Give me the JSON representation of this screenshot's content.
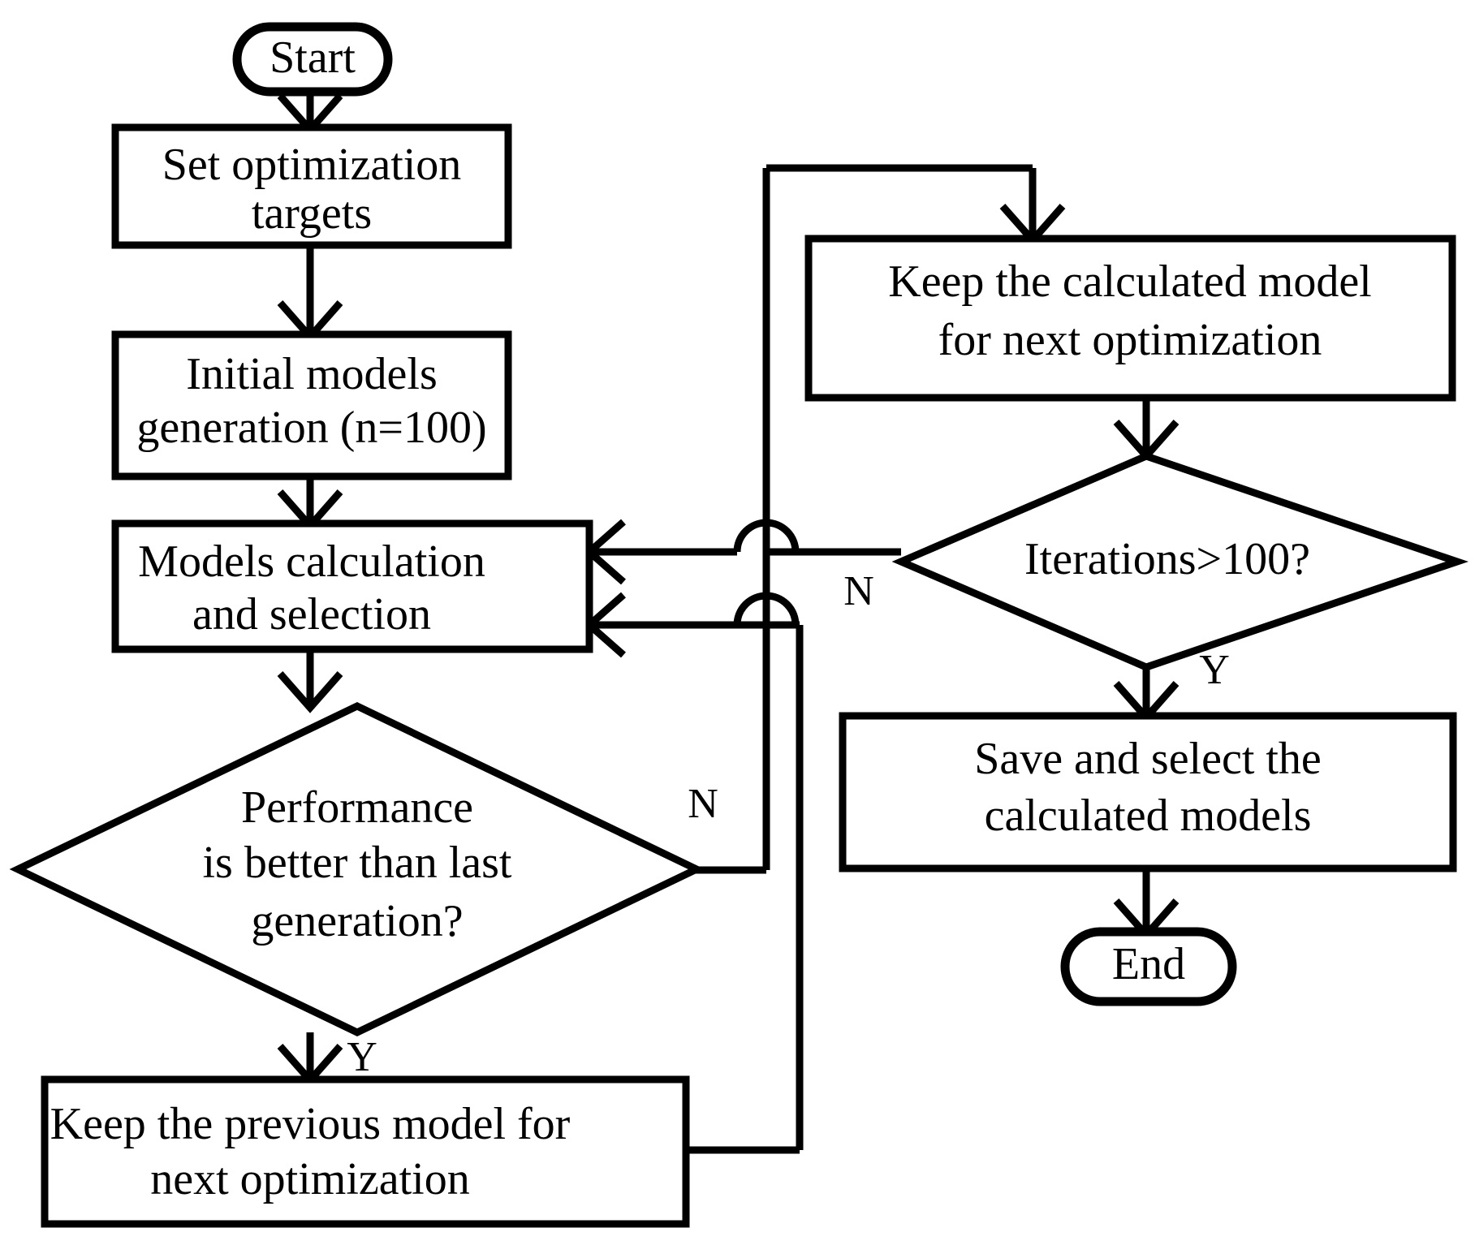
{
  "diagram": {
    "title": "Optimization workflow flowchart",
    "colors": {
      "stroke": "#000000",
      "fill": "#ffffff",
      "text": "#000000"
    },
    "nodes": {
      "start": {
        "type": "terminal",
        "label": "Start"
      },
      "set_targets": {
        "type": "process",
        "line1": "Set optimization",
        "line2": "targets"
      },
      "initial_models": {
        "type": "process",
        "line1": "Initial models",
        "line2": "generation (n=100)"
      },
      "models_calc": {
        "type": "process",
        "line1": "Models calculation",
        "line2": "and selection"
      },
      "performance": {
        "type": "decision",
        "line1": "Performance",
        "line2": "is better than last",
        "line3": "generation?"
      },
      "keep_previous": {
        "type": "process",
        "line1": "Keep the previous model for",
        "line2": "next optimization"
      },
      "keep_calculated": {
        "type": "process",
        "line1": "Keep the calculated model",
        "line2": "for next optimization"
      },
      "iterations": {
        "type": "decision",
        "line1": "Iterations>100?"
      },
      "save_select": {
        "type": "process",
        "line1": "Save and select the",
        "line2": "calculated models"
      },
      "end": {
        "type": "terminal",
        "label": "End"
      }
    },
    "edge_labels": {
      "performance_no": "N",
      "performance_yes": "Y",
      "iterations_no": "N",
      "iterations_yes": "Y"
    }
  }
}
